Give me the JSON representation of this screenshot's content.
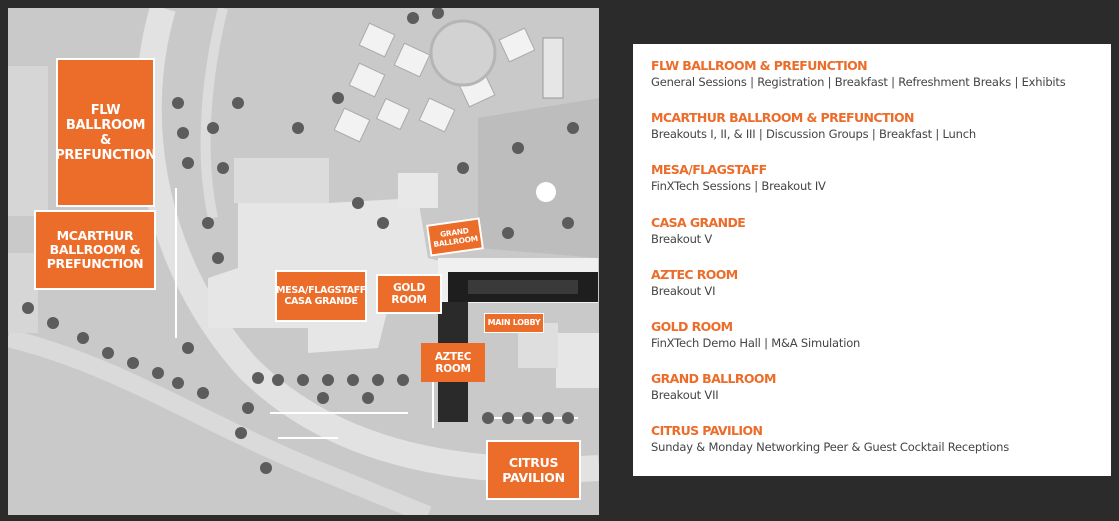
{
  "colors": {
    "background": "#2b2b2b",
    "map_ground": "#c9c9c9",
    "room_orange": "#ec6c2a",
    "legend_panel": "#ffffff",
    "legend_text": "#444444"
  },
  "map": {
    "rooms": [
      {
        "id": "flw",
        "label": "FLW\nBALLROOM\n&\nPREFUNCTION"
      },
      {
        "id": "mcarthur",
        "label": "MCARTHUR\nBALLROOM &\nPREFUNCTION"
      },
      {
        "id": "grand",
        "label": "GRAND\nBALLROOM"
      },
      {
        "id": "mesa",
        "label": "MESA/FLAGSTAFF\nCASA GRANDE"
      },
      {
        "id": "gold",
        "label": "GOLD\nROOM"
      },
      {
        "id": "lobby",
        "label": "MAIN LOBBY"
      },
      {
        "id": "aztec",
        "label": "AZTEC\nROOM"
      },
      {
        "id": "citrus",
        "label": "CITRUS\nPAVILION"
      }
    ]
  },
  "legend": {
    "items": [
      {
        "name": "FLW BALLROOM & PREFUNCTION",
        "desc": "General Sessions | Registration | Breakfast | Refreshment Breaks | Exhibits"
      },
      {
        "name": "MCARTHUR BALLROOM & PREFUNCTION",
        "desc": "Breakouts I, II, & III | Discussion Groups | Breakfast | Lunch"
      },
      {
        "name": "MESA/FLAGSTAFF",
        "desc": "FinXTech Sessions | Breakout IV"
      },
      {
        "name": "CASA GRANDE",
        "desc": "Breakout V"
      },
      {
        "name": "AZTEC ROOM",
        "desc": "Breakout VI"
      },
      {
        "name": "GOLD ROOM",
        "desc": "FinXTech Demo Hall | M&A Simulation"
      },
      {
        "name": "GRAND BALLROOM",
        "desc": "Breakout VII"
      },
      {
        "name": "CITRUS PAVILION",
        "desc": "Sunday & Monday Networking Peer & Guest Cocktail Receptions"
      }
    ]
  }
}
